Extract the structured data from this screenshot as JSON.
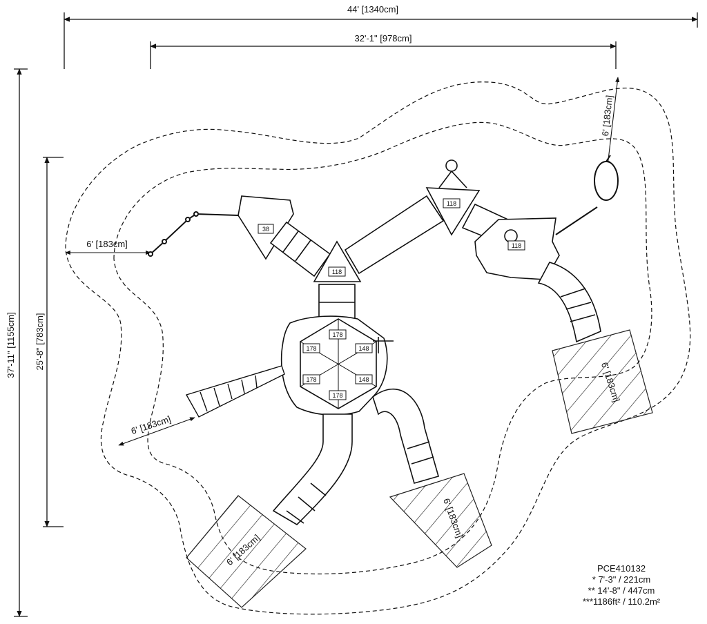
{
  "dimensions": {
    "overall_width": "44' [1340cm]",
    "inner_width": "32'-1\" [978cm]",
    "overall_depth": "37'-11\" [1155cm]",
    "inner_depth": "25'-8\" [783cm]",
    "zone_top_right": "6' [183cm]",
    "zone_left": "6' [183cm]",
    "zone_lower_left": "6' [183cm]",
    "slide_zone_bottom_left": "6' [183cm]",
    "slide_zone_bottom_center": "6' [183cm]",
    "slide_zone_right": "6' [183cm]"
  },
  "deck_labels": {
    "left_triangle": "38",
    "center_triangle": "118",
    "upper_triangle": "118",
    "right_deck": "118",
    "hex_top": "178",
    "hex_upper_left": "178",
    "hex_upper_right": "148",
    "hex_lower_left": "178",
    "hex_lower_right": "148",
    "hex_bottom": "178"
  },
  "notes": {
    "model": "PCE410132",
    "height_1": "* 7'-3\" / 221cm",
    "height_2": "** 14'-8\" / 447cm",
    "area": "***1186ft² / 110.2m²"
  }
}
